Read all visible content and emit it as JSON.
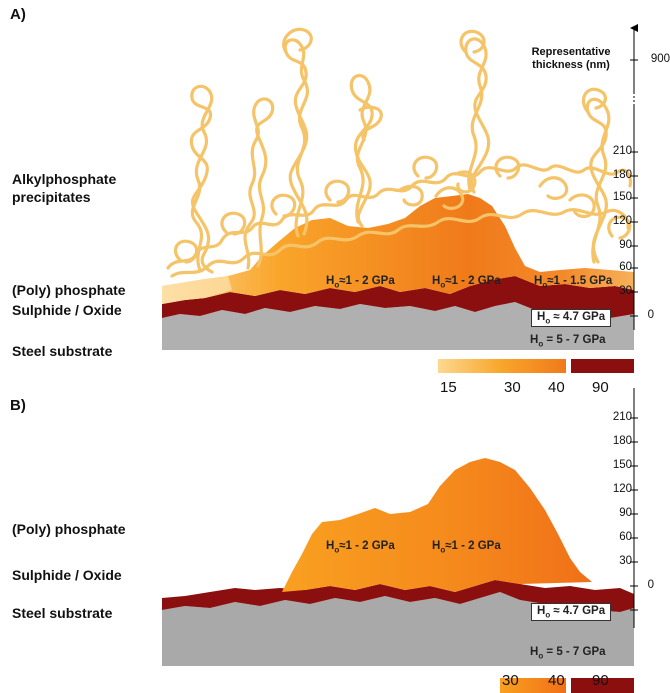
{
  "panel_a": {
    "label": "A)",
    "labels": {
      "alkylphosphate": "Alkylphosphate precipitates",
      "polyphosphate": "(Poly) phosphate",
      "sulphide": "Sulphide / Oxide",
      "steel": "Steel substrate"
    },
    "axis_title": "Representative thickness (nm)",
    "ticks": [
      "900",
      "210",
      "180",
      "150",
      "120",
      "90",
      "60",
      "30",
      "0"
    ],
    "hardness": {
      "h_prefix": "H",
      "h_sub": "o",
      "phos1": "≈1 - 2 GPa",
      "phos2": "≈1 - 2 GPa",
      "phos3": "≈1 - 1.5 GPa",
      "sulphide": "≈ 4.7 GPa",
      "steel": "= 5 - 7 GPa"
    },
    "legend": [
      "15",
      "30",
      "40",
      "90"
    ]
  },
  "panel_b": {
    "label": "B)",
    "labels": {
      "polyphosphate": "(Poly) phosphate",
      "sulphide": "Sulphide / Oxide",
      "steel": "Steel substrate"
    },
    "ticks": [
      "210",
      "180",
      "150",
      "120",
      "90",
      "60",
      "30",
      "0"
    ],
    "hardness": {
      "h_prefix": "H",
      "h_sub": "o",
      "phos1": "≈1 - 2 GPa",
      "phos2": "≈1 - 2 GPa",
      "sulphide": "≈ 4.7 GPa",
      "steel": "= 5 - 7 GPa"
    },
    "legend": [
      "30",
      "40",
      "90"
    ]
  },
  "colors": {
    "steel": "#b0b0b0",
    "sulphide": "#8b0f0f",
    "phosphate_light": "#fcd48a",
    "phosphate_mid": "#f9a020",
    "phosphate_dark": "#f07a1a",
    "alkyl_line": "#f5c368"
  }
}
